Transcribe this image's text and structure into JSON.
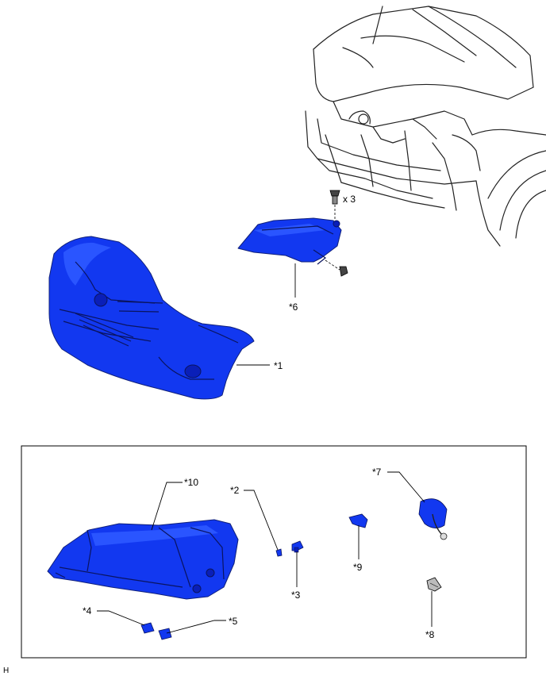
{
  "labels": {
    "p1": "*1",
    "p2": "*2",
    "p3": "*3",
    "p4": "*4",
    "p5": "*5",
    "p6": "*6",
    "p7": "*7",
    "p8": "*8",
    "p9": "*9",
    "p10": "*10",
    "qty": "x 3",
    "corner": "H"
  },
  "colors": {
    "part_fill": "#1238f0",
    "part_dark": "#0a1fb8",
    "outline": "#222222",
    "frame": "#000000"
  }
}
